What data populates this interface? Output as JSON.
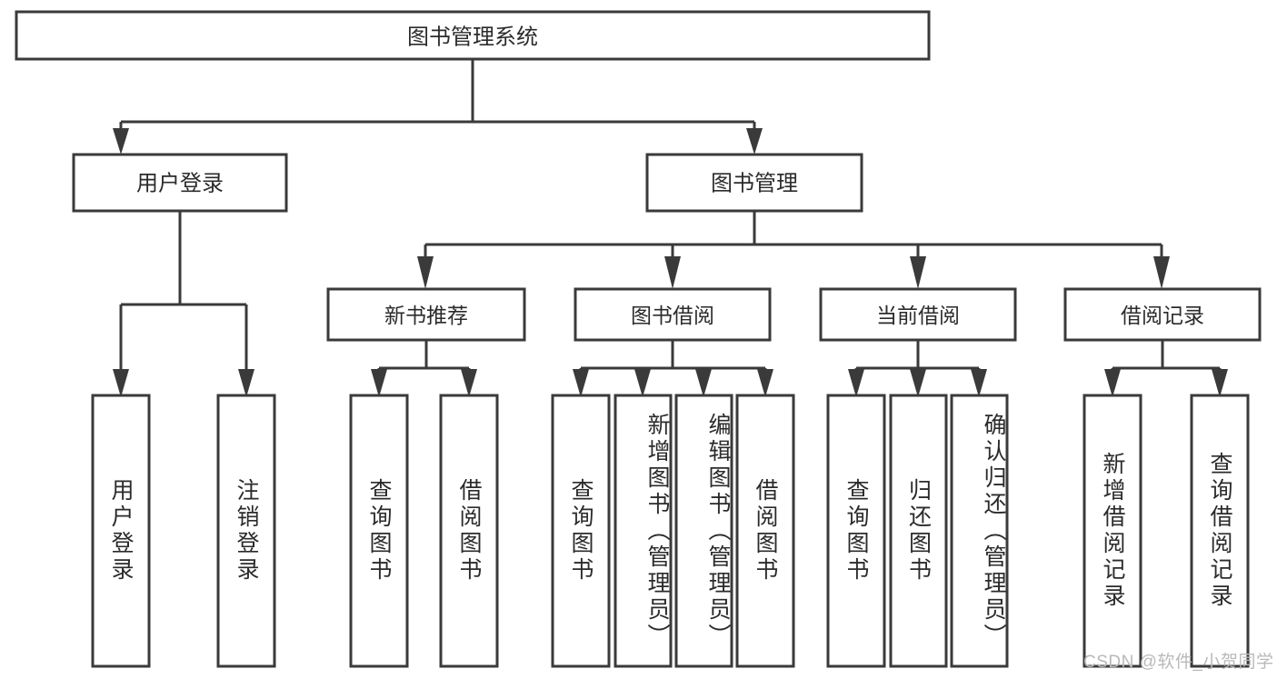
{
  "diagram": {
    "title": "图书管理系统",
    "watermark": "CSDN @软件_小贺同学",
    "style": {
      "box_fill": "#ffffff",
      "box_stroke": "#3a3a3a",
      "text_color": "#2b2b2b",
      "background": "#ffffff",
      "watermark_color": "#b9b9b9"
    },
    "root": {
      "label": "图书管理系统"
    },
    "level2": [
      {
        "label": "用户登录"
      },
      {
        "label": "图书管理"
      }
    ],
    "level3": [
      {
        "label": "新书推荐"
      },
      {
        "label": "图书借阅"
      },
      {
        "label": "当前借阅"
      },
      {
        "label": "借阅记录"
      }
    ],
    "leaves": {
      "user_login": [
        {
          "label": "用户登录"
        },
        {
          "label": "注销登录"
        }
      ],
      "new_book_recommend": [
        {
          "label": "查询图书"
        },
        {
          "label": "借阅图书"
        }
      ],
      "book_borrow": [
        {
          "label": "查询图书"
        },
        {
          "label": "新增图书（管理员）"
        },
        {
          "label": "编辑图书（管理员）"
        },
        {
          "label": "借阅图书"
        }
      ],
      "current_borrow": [
        {
          "label": "查询图书"
        },
        {
          "label": "归还图书"
        },
        {
          "label": "确认归还（管理员）"
        }
      ],
      "borrow_record": [
        {
          "label": "新增借阅记录"
        },
        {
          "label": "查询借阅记录"
        }
      ]
    }
  }
}
